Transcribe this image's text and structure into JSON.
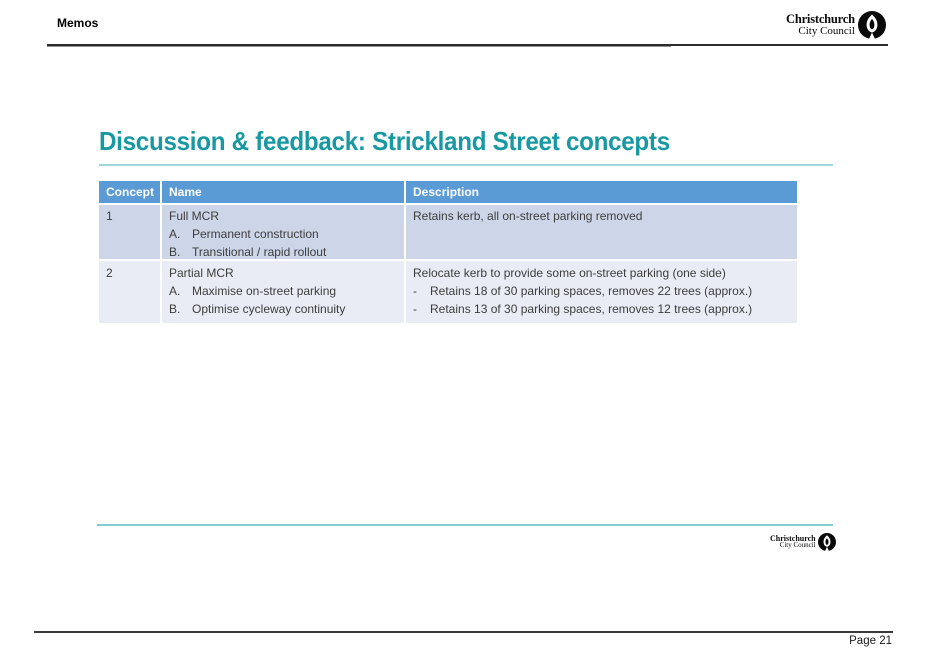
{
  "doc": {
    "header_label": "Memos",
    "page_label": "Page 21"
  },
  "logo": {
    "name": "Christchurch City Council",
    "line1": "Christchurch",
    "line2": "City Council"
  },
  "slide": {
    "title": "Discussion & feedback: Strickland Street concepts",
    "table": {
      "columns": [
        "Concept",
        "Name",
        "Description"
      ],
      "rows": [
        {
          "concept": "1",
          "name_title": "Full MCR",
          "name_items": [
            {
              "label": "A.",
              "text": "Permanent construction"
            },
            {
              "label": "B.",
              "text": "Transitional / rapid rollout"
            }
          ],
          "description_lead": "Retains kerb, all on-street parking removed",
          "description_bullets": []
        },
        {
          "concept": "2",
          "name_title": "Partial MCR",
          "name_items": [
            {
              "label": "A.",
              "text": "Maximise on-street parking"
            },
            {
              "label": "B.",
              "text": "Optimise cycleway continuity"
            }
          ],
          "description_lead": "Relocate kerb to provide some on-street parking (one side)",
          "description_bullets": [
            {
              "dash": "-",
              "text": "Retains 18 of 30 parking spaces, removes 22 trees (approx.)"
            },
            {
              "dash": "-",
              "text": "Retains 13 of 30 parking spaces, removes 12 trees (approx.)"
            }
          ]
        }
      ]
    }
  },
  "colors": {
    "accent_teal": "#1899A1",
    "title_rule": "#9ED8DC",
    "table_header_bg": "#5B9BD5",
    "table_header_text": "#FFFFFF",
    "row_odd_bg": "#CDD5E8",
    "row_even_bg": "#E9ECF5",
    "footer_rule": "#85CCD3",
    "doc_rule": "#3A3A3A",
    "body_text": "#3D3D3D"
  }
}
